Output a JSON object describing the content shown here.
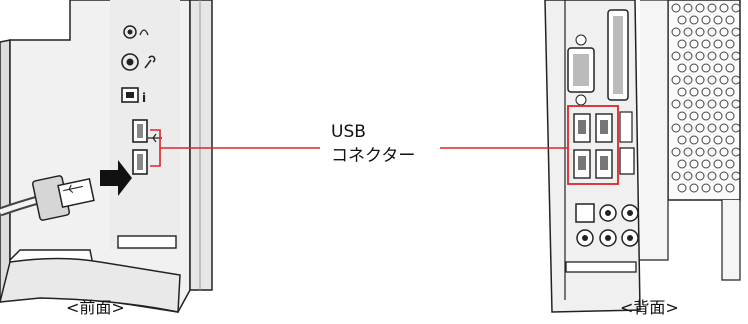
{
  "callout": {
    "line1": "USB",
    "line2": "コネクター"
  },
  "captions": {
    "front": "<前面>",
    "back": "<背面>"
  },
  "colors": {
    "callout_line": "#d9262c",
    "ink": "#1a1a1a",
    "panel_gray": "#e8e8e8"
  },
  "icons": [
    "usb-symbol-icon",
    "microphone-icon",
    "headphone-icon",
    "info-icon",
    "arrow-icon"
  ]
}
